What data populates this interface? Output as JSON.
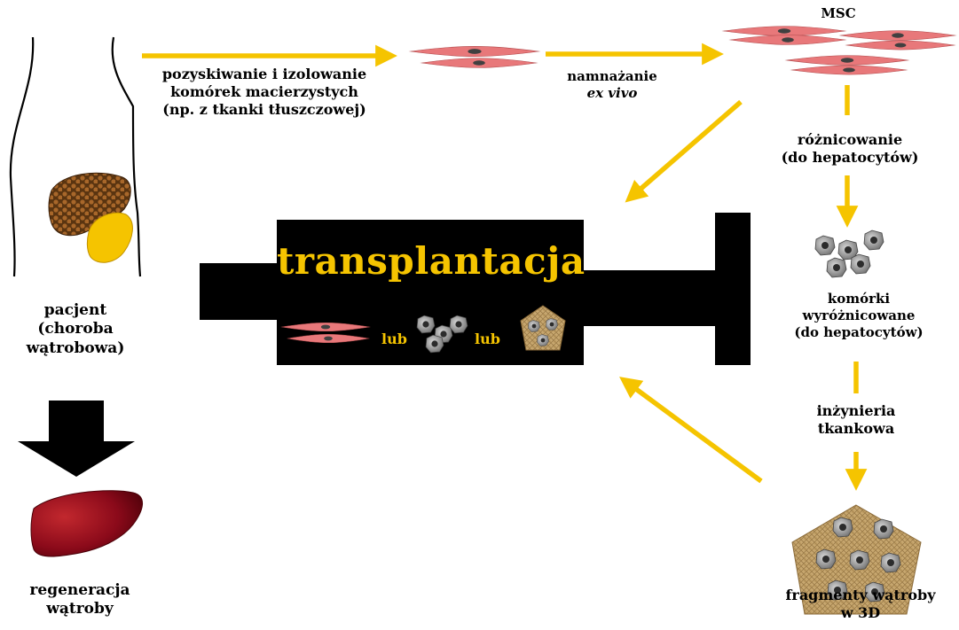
{
  "labels": {
    "isolation": [
      "pozyskiwanie i izolowanie",
      "komórek macierzystych",
      "(np. z tkanki tłuszczowej)"
    ],
    "expansion": "namnażanie",
    "expansion_italic": "ex vivo",
    "msc": "MSC",
    "differentiation": [
      "różnicowanie",
      "(do hepatocytów)"
    ],
    "patient": [
      "pacjent",
      "(choroba",
      "wątrobowa)"
    ],
    "differentiated_cells": [
      "komórki",
      "wyróżnicowane",
      "(do hepatocytów)"
    ],
    "tissue_engineering": [
      "inżynieria",
      "tkankowa"
    ],
    "liver_fragments": [
      "fragmenty wątroby",
      "w 3D"
    ],
    "regeneration": [
      "regeneracja",
      "wątroby"
    ]
  },
  "syringe": {
    "title": "transplantacja",
    "or_1": "lub",
    "or_2": "lub"
  },
  "colors": {
    "arrow": "#f5c400",
    "syringe": "#000000",
    "msc_cell": "#e8787a",
    "hepatocyte": "#8a8a8a",
    "scaffold": "#c8a870",
    "liver_diseased": "#8b4513",
    "gallbladder": "#f5c400",
    "liver_healthy": "#8b0a1a"
  }
}
